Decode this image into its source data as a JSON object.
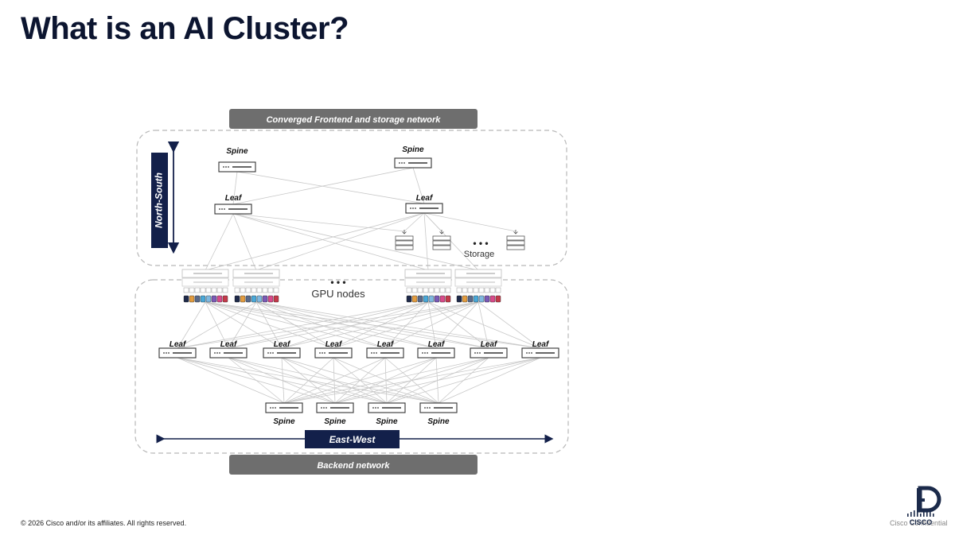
{
  "slide": {
    "title": "What is an AI Cluster?",
    "copyright": "© 2026 Cisco and/or its affiliates. All rights reserved.",
    "confidential": "Cisco Confidential"
  },
  "logo": {
    "badge_text": "FD",
    "brand_text": "CISCO",
    "icon": "cisco-bridge-logo"
  },
  "frontend": {
    "banner": "Converged Frontend and storage network",
    "axis_label": "North-South",
    "spines": [
      "Spine",
      "Spine"
    ],
    "leaves": [
      "Leaf",
      "Leaf"
    ],
    "storage_label": "Storage",
    "storage_ellipsis": "• • •"
  },
  "gpu": {
    "label": "GPU nodes",
    "ellipsis": "• • •",
    "chip_colors": [
      "#1f2a4a",
      "#e39c3f",
      "#5a6a8a",
      "#4aa8d8",
      "#7fb8e0",
      "#7b5ab6",
      "#d84a8a",
      "#c43a4a"
    ]
  },
  "backend": {
    "banner": "Backend network",
    "axis_label": "East-West",
    "leaves": [
      "Leaf",
      "Leaf",
      "Leaf",
      "Leaf",
      "Leaf",
      "Leaf",
      "Leaf",
      "Leaf"
    ],
    "spines": [
      "Spine",
      "Spine",
      "Spine",
      "Spine"
    ]
  },
  "colors": {
    "title": "#0c1530",
    "banner_bg": "#6e6e6e",
    "navy": "#13204a",
    "link": "#c8c8c8",
    "dash": "#b8b8b8"
  }
}
